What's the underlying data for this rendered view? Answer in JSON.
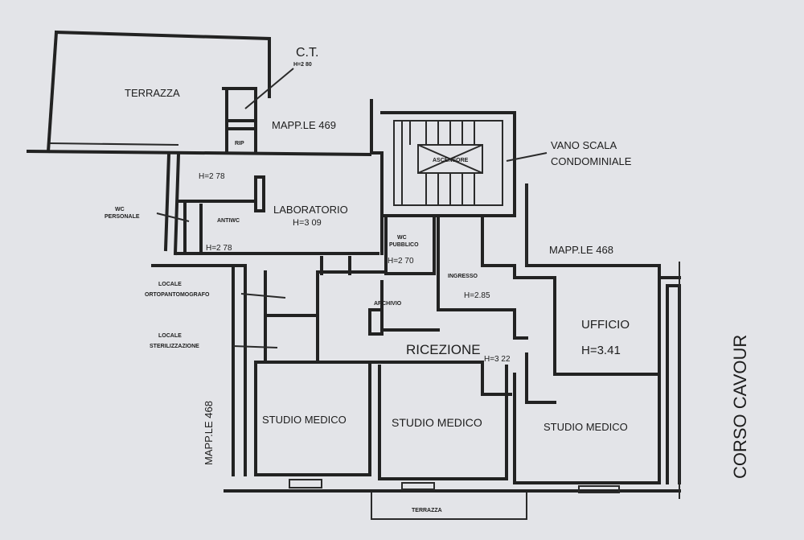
{
  "rooms": {
    "terrace_top": "TERRAZZA",
    "ct": "C.T.",
    "ct_height": "H=2 80",
    "rip": "RIP",
    "stair": "VANO SCALA",
    "stair2": "CONDOMINIALE",
    "elevator": "ASCENSORE",
    "corridor_height": "H=2 78",
    "wc_staff": "WC",
    "wc_staff2": "PERSONALE",
    "antiwc": "ANTIWC",
    "antiwc_height": "H=2 78",
    "lab": "LABORATORIO",
    "lab_height": "H=3 09",
    "wc_public": "WC",
    "wc_public2": "PUBBLICO",
    "wc_public_height": "H=2 70",
    "entrance": "INGRESSO",
    "entrance_height": "H=2.85",
    "ortho": "LOCALE",
    "ortho2": "ORTOPANTOMOGRAFO",
    "steril": "LOCALE",
    "steril2": "STERILIZZAZIONE",
    "archive": "ARCHIVIO",
    "reception": "RICEZIONE",
    "reception_height": "H=3 22",
    "office": "UFFICIO",
    "office_height": "H=3.41",
    "studio1": "STUDIO MEDICO",
    "studio2": "STUDIO MEDICO",
    "studio3": "STUDIO MEDICO",
    "terrace_bottom": "TERRAZZA"
  },
  "parcels": {
    "mapp469": "MAPP.LE 469",
    "mapp468_right": "MAPP.LE 468",
    "mapp468_left": "MAPP.LE 468"
  },
  "street": "CORSO CAVOUR"
}
